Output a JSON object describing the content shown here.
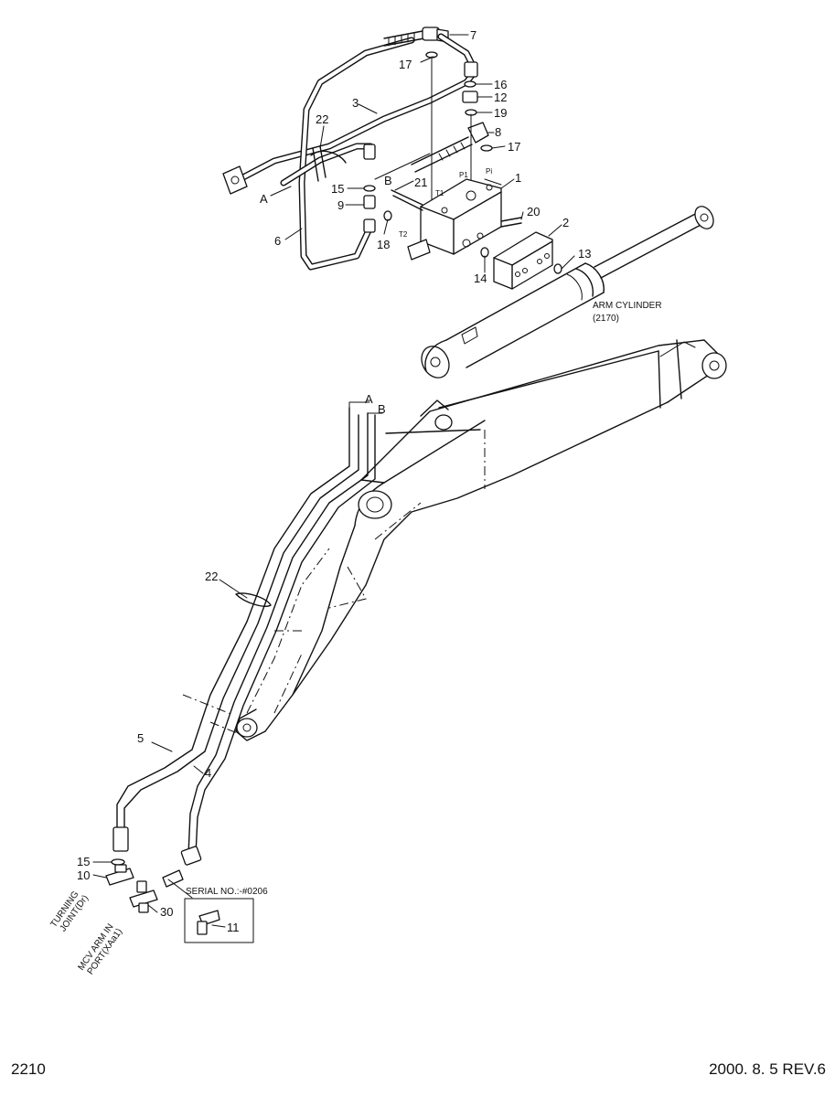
{
  "labels": {
    "arm_cylinder_name": "ARM CYLINDER",
    "arm_cylinder_ref": "(2170)",
    "serial_note": "SERIAL NO.:-#0206",
    "turning_joint": [
      "TURNING",
      "JOINT(Dr)"
    ],
    "mcv_port": [
      "MCV ARM IN",
      "PORT(XAa1)"
    ],
    "port_t1": "T1",
    "port_t2": "T2",
    "port_p1": "P1",
    "port_pi": "Pi",
    "line_a": "A",
    "line_b": "B"
  },
  "parts": {
    "p1": "1",
    "p2": "2",
    "p3": "3",
    "p4": "4",
    "p5": "5",
    "p6": "6",
    "p7": "7",
    "p8": "8",
    "p9": "9",
    "p10": "10",
    "p11": "11",
    "p12": "12",
    "p13": "13",
    "p14": "14",
    "p15": "15",
    "p16": "16",
    "p17": "17",
    "p18": "18",
    "p19": "19",
    "p20": "20",
    "p21": "21",
    "p22": "22",
    "p30": "30"
  },
  "footer": {
    "page_number": "2210",
    "revision": "2000. 8. 5 REV.6"
  }
}
